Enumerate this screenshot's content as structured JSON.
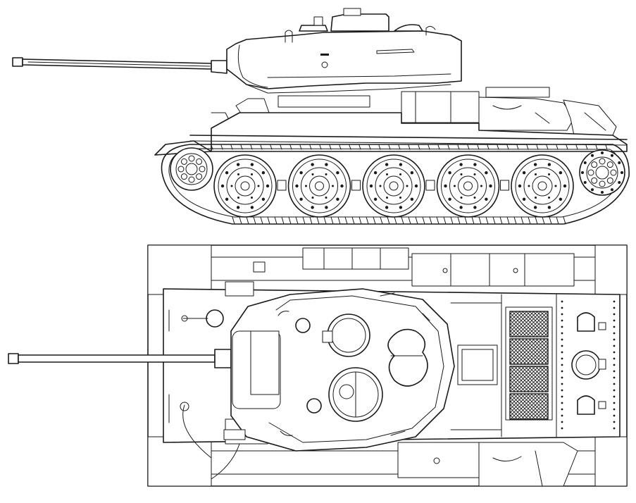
{
  "diagram": {
    "views": [
      {
        "name": "side-view"
      },
      {
        "name": "top-view"
      }
    ],
    "side_view": {
      "road_wheels": 5,
      "drive_sprocket": "rear",
      "idler": "front"
    },
    "top_view": {
      "engine_grille_panels": 4,
      "fuel_tanks": 2
    },
    "line_color": "#1a1a1a",
    "background": "#ffffff"
  }
}
